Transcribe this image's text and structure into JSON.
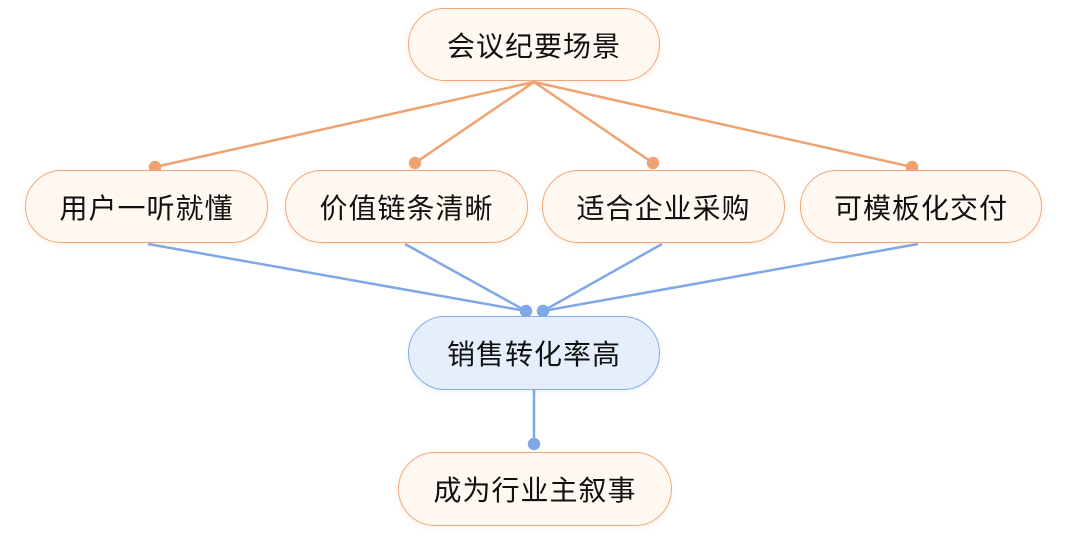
{
  "colors": {
    "orange_edge": "#f0a372",
    "blue_edge": "#7fa8e6"
  },
  "nodes": {
    "root": "会议纪要场景",
    "benefits": [
      "用户一听就懂",
      "价值链条清晰",
      "适合企业采购",
      "可模板化交付"
    ],
    "middle": "销售转化率高",
    "outcome": "成为行业主叙事"
  }
}
